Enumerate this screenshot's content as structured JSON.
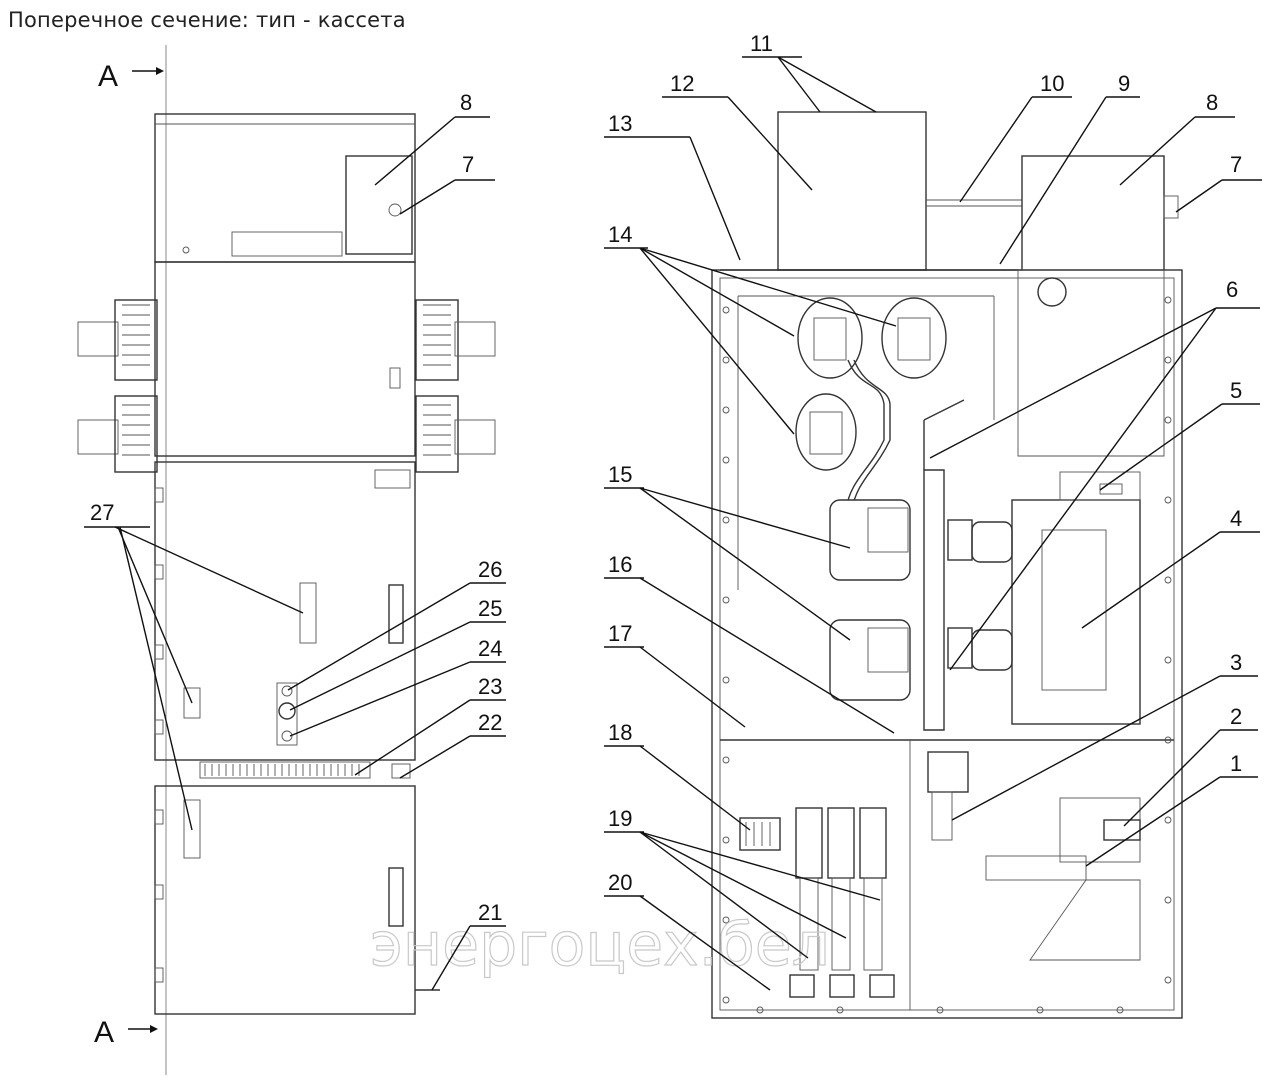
{
  "title": "Поперечное сечение: тип - кассета",
  "section_marks": {
    "top": "A",
    "bottom": "A"
  },
  "watermark": "энергоцех.бел",
  "left_view_callouts": [
    "27",
    "26",
    "25",
    "24",
    "23",
    "22",
    "21",
    "8",
    "7"
  ],
  "right_view_callouts": [
    "11",
    "12",
    "10",
    "9",
    "8",
    "7",
    "13",
    "14",
    "6",
    "5",
    "15",
    "4",
    "16",
    "17",
    "3",
    "2",
    "18",
    "1",
    "19",
    "20"
  ],
  "labels": {
    "n1": "1",
    "n2": "2",
    "n3": "3",
    "n4": "4",
    "n5": "5",
    "n6": "6",
    "n7": "7",
    "n8": "8",
    "n9": "9",
    "n10": "10",
    "n11": "11",
    "n12": "12",
    "n13": "13",
    "n14": "14",
    "n15": "15",
    "n16": "16",
    "n17": "17",
    "n18": "18",
    "n19": "19",
    "n20": "20",
    "n21": "21",
    "n22": "22",
    "n23": "23",
    "n24": "24",
    "n25": "25",
    "n26": "26",
    "n27": "27"
  }
}
